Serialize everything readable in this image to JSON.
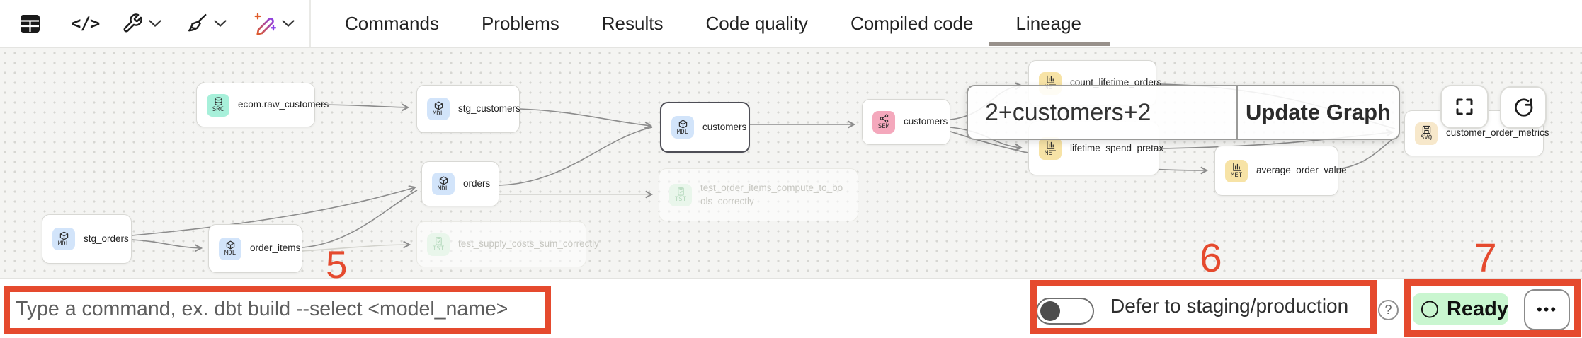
{
  "tabs": {
    "items": [
      {
        "label": "Commands",
        "active": false
      },
      {
        "label": "Problems",
        "active": false
      },
      {
        "label": "Results",
        "active": false
      },
      {
        "label": "Code quality",
        "active": false
      },
      {
        "label": "Compiled code",
        "active": false
      },
      {
        "label": "Lineage",
        "active": true
      }
    ]
  },
  "graph": {
    "nodes": [
      {
        "badge": "SRC",
        "label": "ecom.raw_customers",
        "type": "source",
        "selected": false,
        "faded": false
      },
      {
        "badge": "MDL",
        "label": "stg_customers",
        "type": "model",
        "selected": false,
        "faded": false
      },
      {
        "badge": "MDL",
        "label": "customers",
        "type": "model",
        "selected": true,
        "faded": false
      },
      {
        "badge": "MDL",
        "label": "orders",
        "type": "model",
        "selected": false,
        "faded": false
      },
      {
        "badge": "MDL",
        "label": "stg_orders",
        "type": "model",
        "selected": false,
        "faded": false
      },
      {
        "badge": "MDL",
        "label": "order_items",
        "type": "model",
        "selected": false,
        "faded": false
      },
      {
        "badge": "TST",
        "label": "test_order_items_compute_to_bools_correctly",
        "type": "test",
        "selected": false,
        "faded": true
      },
      {
        "badge": "TST",
        "label": "test_supply_costs_sum_correctly",
        "type": "test",
        "selected": false,
        "faded": true
      },
      {
        "badge": "SEM",
        "label": "customers",
        "type": "semantic_model",
        "selected": false,
        "faded": false
      },
      {
        "badge": "MET",
        "label": "count_lifetime_orders",
        "type": "metric",
        "selected": false,
        "faded": false
      },
      {
        "badge": "MET",
        "label": "lifetime_spend_pretax",
        "type": "metric",
        "selected": false,
        "faded": false
      },
      {
        "badge": "MET",
        "label": "average_order_value",
        "type": "metric",
        "selected": false,
        "faded": false
      },
      {
        "badge": "SVQ",
        "label": "customer_order_metrics",
        "type": "saved_query",
        "selected": false,
        "faded": false
      }
    ],
    "overlay": {
      "selection": "2+customers+2",
      "update_button": "Update Graph"
    }
  },
  "bottom_bar": {
    "command_placeholder": "Type a command, ex. dbt build --select <model_name>",
    "defer_toggle": {
      "label": "Defer to staging/production",
      "state": "off"
    },
    "help": "?",
    "status": {
      "label": "Ready"
    },
    "menu": "•••"
  },
  "annotations": {
    "five": "5",
    "six": "6",
    "seven": "7"
  },
  "colors": {
    "annotation_red": "#e54a2e",
    "ready_green_bg": "#c9f6d0",
    "badge_src": "#a7f0da",
    "badge_mdl": "#d2e4fa",
    "badge_sem": "#f4a8bc",
    "badge_met": "#f7e3a6",
    "badge_svq": "#f7e8cb",
    "badge_tst": "#e9f6eb",
    "active_tab_underline": "#98918b",
    "graph_bg": "#f4f4f2"
  }
}
